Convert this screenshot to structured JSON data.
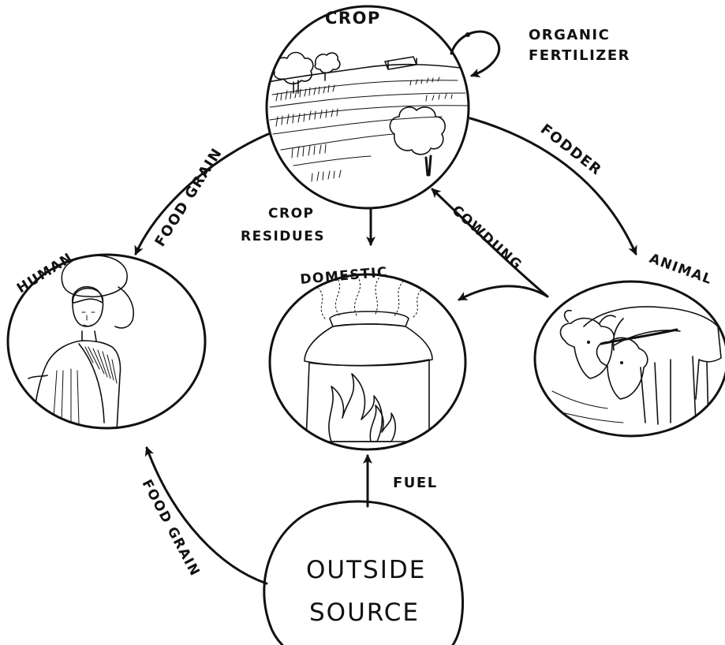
{
  "nodes": {
    "crop": "CROP",
    "human": "HUMAN",
    "domestic": "DOMESTIC",
    "animal": "ANIMAL",
    "outside_line1": "OUTSIDE",
    "outside_line2": "SOURCE"
  },
  "flows": {
    "organic_line1": "ORGANIC",
    "organic_line2": "FERTILIZER",
    "fodder": "FODDER",
    "food_grain_top": "FOOD GRAIN",
    "crop_residues_line1": "CROP",
    "crop_residues_line2": "RESIDUES",
    "cowdung": "COWDUNG",
    "fuel": "FUEL",
    "food_grain_bottom": "FOOD GRAIN"
  }
}
